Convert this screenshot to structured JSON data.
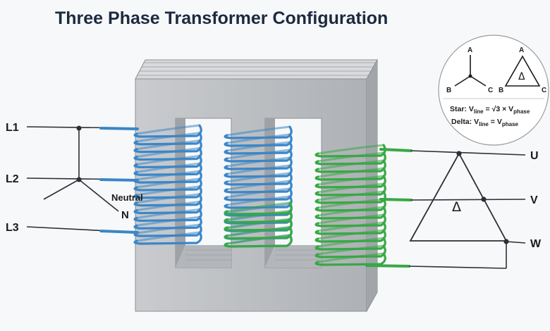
{
  "title": "Three Phase Transformer Configuration",
  "colors": {
    "primary_coil": "#3a86c8",
    "secondary_coil": "#38a845",
    "core": "#b9bcc0",
    "wire": "#2b2f36"
  },
  "primary": {
    "lines": [
      "L1",
      "L2",
      "L3"
    ],
    "neutral_caption": "Neutral",
    "neutral_terminal": "N"
  },
  "secondary": {
    "terminals": [
      "U",
      "V",
      "W"
    ],
    "delta_symbol": "Δ"
  },
  "inset": {
    "star_nodes": [
      "A",
      "B",
      "C"
    ],
    "delta_nodes": [
      "A",
      "B",
      "C"
    ],
    "delta_symbol": "Δ",
    "star_formula": {
      "prefix": "Star: V",
      "sub1": "line",
      "mid": " = √3 × V",
      "sub2": "phase"
    },
    "delta_formula": {
      "prefix": "Delta: V",
      "sub1": "line",
      "mid": " = V",
      "sub2": "phase"
    }
  }
}
